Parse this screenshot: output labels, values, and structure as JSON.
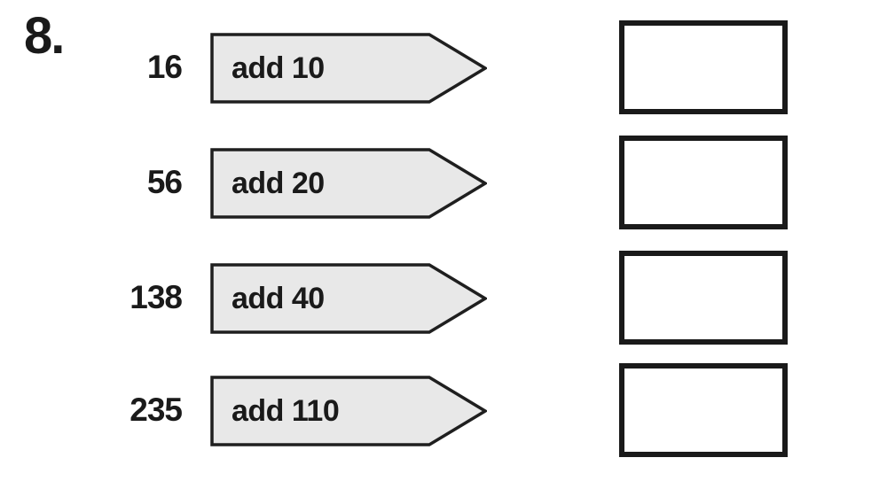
{
  "page": {
    "question_number": "8."
  },
  "colors": {
    "background": "#ffffff",
    "arrow_fill": "#e8e8e8",
    "outline": "#1f1f1f",
    "text": "#1a1a1a"
  },
  "rows": [
    {
      "start": "16",
      "operation": "add 10"
    },
    {
      "start": "56",
      "operation": "add 20"
    },
    {
      "start": "138",
      "operation": "add 40"
    },
    {
      "start": "235",
      "operation": "add 110"
    }
  ]
}
